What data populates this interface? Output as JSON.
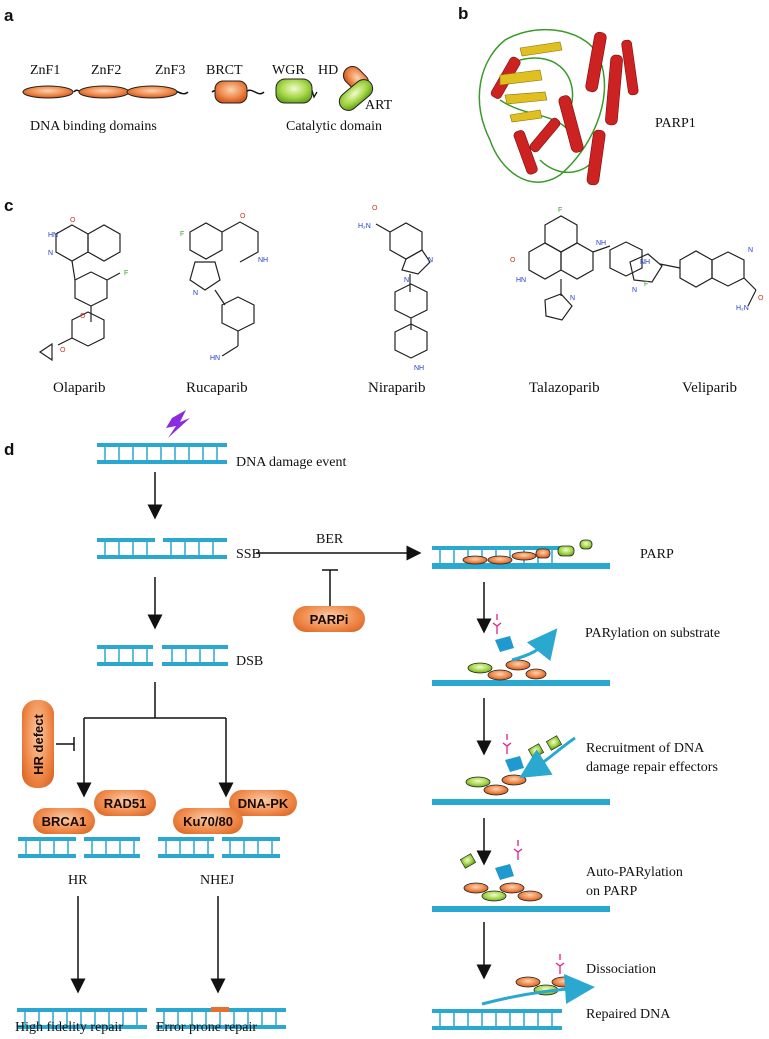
{
  "panels": {
    "a": "a",
    "b": "b",
    "c": "c",
    "d": "d"
  },
  "domains": {
    "znf1": "ZnF1",
    "znf2": "ZnF2",
    "znf3": "ZnF3",
    "brct": "BRCT",
    "wgr": "WGR",
    "hd": "HD",
    "art": "ART",
    "dna_binding": "DNA binding domains",
    "catalytic": "Catalytic domain"
  },
  "structure_label": "PARP1",
  "drugs": [
    "Olaparib",
    "Rucaparib",
    "Niraparib",
    "Talazoparib",
    "Veliparib"
  ],
  "pathway": {
    "dna_damage_event": "DNA damage event",
    "ssb": "SSB",
    "ber": "BER",
    "parpi": "PARPi",
    "dsb": "DSB",
    "hr_defect": "HR defect",
    "rad51": "RAD51",
    "brca1": "BRCA1",
    "dna_pk": "DNA-PK",
    "ku": "Ku70/80",
    "hr": "HR",
    "nhej": "NHEJ",
    "high_fidelity": "High fidelity repair",
    "error_prone": "Error prone repair",
    "parp": "PARP",
    "parylation_substrate": "PARylation on substrate",
    "recruitment_1": "Recruitment of DNA",
    "recruitment_2": "damage repair effectors",
    "auto_parylation_1": "Auto-PARylation",
    "auto_parylation_2": "on PARP",
    "dissociation": "Dissociation",
    "repaired_dna": "Repaired DNA"
  },
  "colors": {
    "dna": "#2aa8d0",
    "helix": "#cc2222",
    "sheet": "#e0c020",
    "loop": "#3a9a2a",
    "orange": "#e8702a",
    "green": "#9acc3a",
    "lightning": "#8a2be2"
  }
}
